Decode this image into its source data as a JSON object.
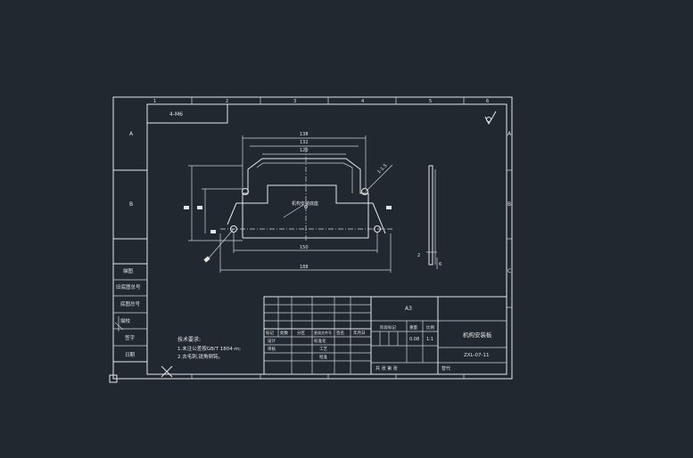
{
  "drawing": {
    "ref_box": "4-M6",
    "roughness": "√",
    "dims": {
      "w138": "138",
      "w132": "132",
      "w120": "120",
      "bottom150": "150",
      "bottom188": "188",
      "side_thk": "2",
      "side_h": "6",
      "angle_note": "1-1.5",
      "feature_note": "机构安装底座"
    },
    "grid_top": [
      "1",
      "2",
      "3",
      "4",
      "5",
      "6"
    ],
    "grid_left": [
      "A",
      "B",
      "C"
    ],
    "notes_title": "技术要求:",
    "notes": [
      "1.未注公差按GB/T 1804-m;",
      "2.去毛刺,锐角倒钝。"
    ]
  },
  "left_table": [
    "描图",
    "描校",
    "旧底图总号",
    "底图总号",
    "签字",
    "日期"
  ],
  "title_block": {
    "material": "A3",
    "part_name": "机构安装板",
    "drawing_no": "ZXL-07-11",
    "scale": "1:1",
    "weight": "0.08",
    "rev_header": [
      "标记",
      "处数",
      "分区",
      "更改文件号",
      "签名",
      "年月日"
    ],
    "design": "设计",
    "check": "审核",
    "process": "工艺",
    "std": "标准化",
    "approve": "批准",
    "stage_labels": [
      "阶段标记",
      "重量",
      "比例"
    ],
    "sheet": "共 张 第 张",
    "version": "替代"
  }
}
